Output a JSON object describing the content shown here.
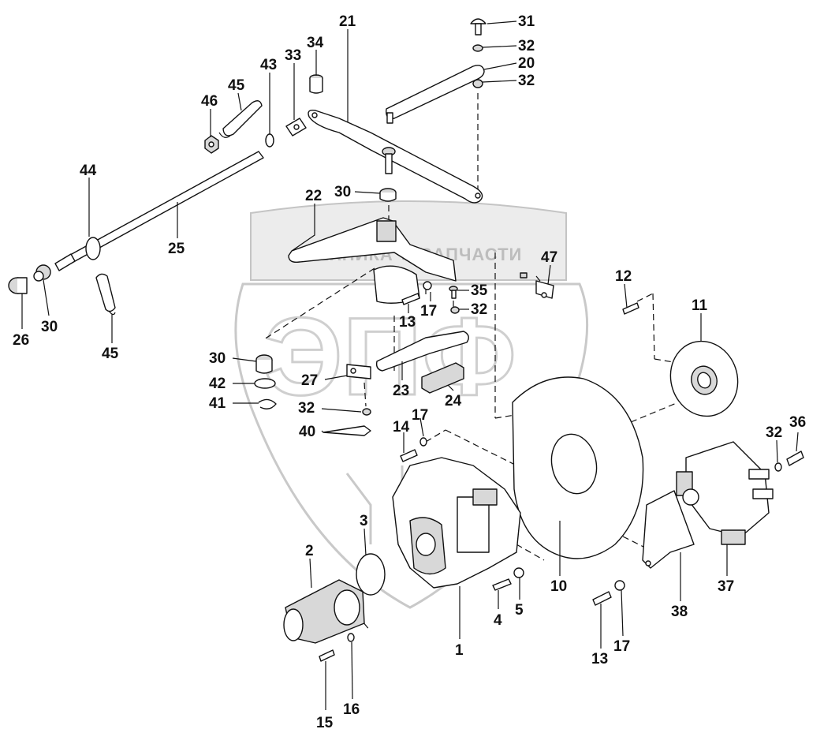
{
  "watermark": {
    "text": "ТЕХНИКА ⚙ ЗАПЧАСТИ",
    "logo_text": "ЭПФ"
  },
  "callouts": [
    {
      "id": "c31a",
      "text": "31"
    },
    {
      "id": "c32a",
      "text": "32"
    },
    {
      "id": "c20",
      "text": "20"
    },
    {
      "id": "c32b",
      "text": "32"
    },
    {
      "id": "c21",
      "text": "21"
    },
    {
      "id": "c34",
      "text": "34"
    },
    {
      "id": "c33",
      "text": "33"
    },
    {
      "id": "c43",
      "text": "43"
    },
    {
      "id": "c45a",
      "text": "45"
    },
    {
      "id": "c46",
      "text": "46"
    },
    {
      "id": "c44",
      "text": "44"
    },
    {
      "id": "c25",
      "text": "25"
    },
    {
      "id": "c22",
      "text": "22"
    },
    {
      "id": "c30a",
      "text": "30"
    },
    {
      "id": "c47",
      "text": "47"
    },
    {
      "id": "c12",
      "text": "12"
    },
    {
      "id": "c11",
      "text": "11"
    },
    {
      "id": "c35",
      "text": "35"
    },
    {
      "id": "c17a",
      "text": "17"
    },
    {
      "id": "c32c",
      "text": "32"
    },
    {
      "id": "c13a",
      "text": "13"
    },
    {
      "id": "c26",
      "text": "26"
    },
    {
      "id": "c30b",
      "text": "30"
    },
    {
      "id": "c45b",
      "text": "45"
    },
    {
      "id": "c30c",
      "text": "30"
    },
    {
      "id": "c42",
      "text": "42"
    },
    {
      "id": "c41",
      "text": "41"
    },
    {
      "id": "c27",
      "text": "27"
    },
    {
      "id": "c23",
      "text": "23"
    },
    {
      "id": "c24",
      "text": "24"
    },
    {
      "id": "c32d",
      "text": "32"
    },
    {
      "id": "c17b",
      "text": "17"
    },
    {
      "id": "c14",
      "text": "14"
    },
    {
      "id": "c40",
      "text": "40"
    },
    {
      "id": "c36",
      "text": "36"
    },
    {
      "id": "c32e",
      "text": "32"
    },
    {
      "id": "c3",
      "text": "3"
    },
    {
      "id": "c2",
      "text": "2"
    },
    {
      "id": "c10",
      "text": "10"
    },
    {
      "id": "c37",
      "text": "37"
    },
    {
      "id": "c4",
      "text": "4"
    },
    {
      "id": "c5",
      "text": "5"
    },
    {
      "id": "c38",
      "text": "38"
    },
    {
      "id": "c1",
      "text": "1"
    },
    {
      "id": "c13b",
      "text": "13"
    },
    {
      "id": "c17c",
      "text": "17"
    },
    {
      "id": "c15",
      "text": "15"
    },
    {
      "id": "c16",
      "text": "16"
    }
  ]
}
